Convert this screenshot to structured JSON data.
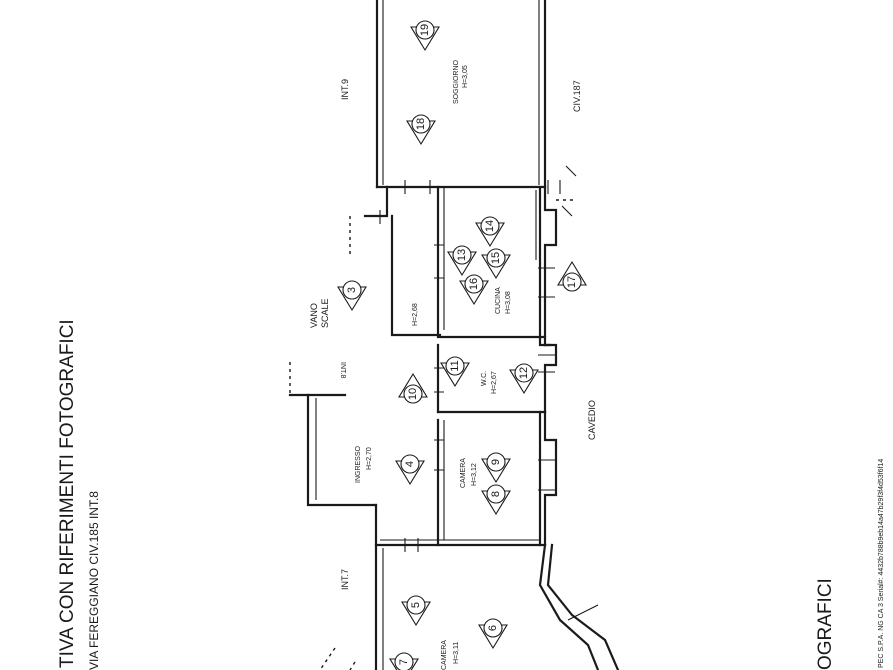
{
  "title_top": "TIVA CON RIFERIMENTI FOTOGRAFICI",
  "address": "VIA FEREGGIANO CIV.185 INT.8",
  "title_bottom": "OGRAFICI",
  "serial": "PEC S.P.A. NG CA 3 Serial#: 4432b788b9eb14a47b29f3f4d53f6f14",
  "neighbors": {
    "int9": "INT.9",
    "int7": "INT.7",
    "civ187": "CIV.187",
    "int8_sign": "INT.8"
  },
  "areas": {
    "vano": "VANO",
    "scale": "SCALE",
    "cavedio": "CAVEDIO",
    "corridor_h": "H=2,68"
  },
  "rooms": [
    {
      "name": "SOGGIORNO",
      "height": "H=3,05"
    },
    {
      "name": "CUCINA",
      "height": "H=3,08"
    },
    {
      "name": "W.C.",
      "height": "H=2,67"
    },
    {
      "name": "INGRESSO",
      "height": "H=2,70"
    },
    {
      "name": "CAMERA",
      "height": "H=3,12"
    },
    {
      "name": "CAMERA",
      "height": "H=3,11"
    }
  ],
  "photo_markers": [
    "3",
    "4",
    "5",
    "6",
    "7",
    "8",
    "9",
    "10",
    "11",
    "12",
    "13",
    "14",
    "15",
    "16",
    "17",
    "18",
    "19"
  ]
}
